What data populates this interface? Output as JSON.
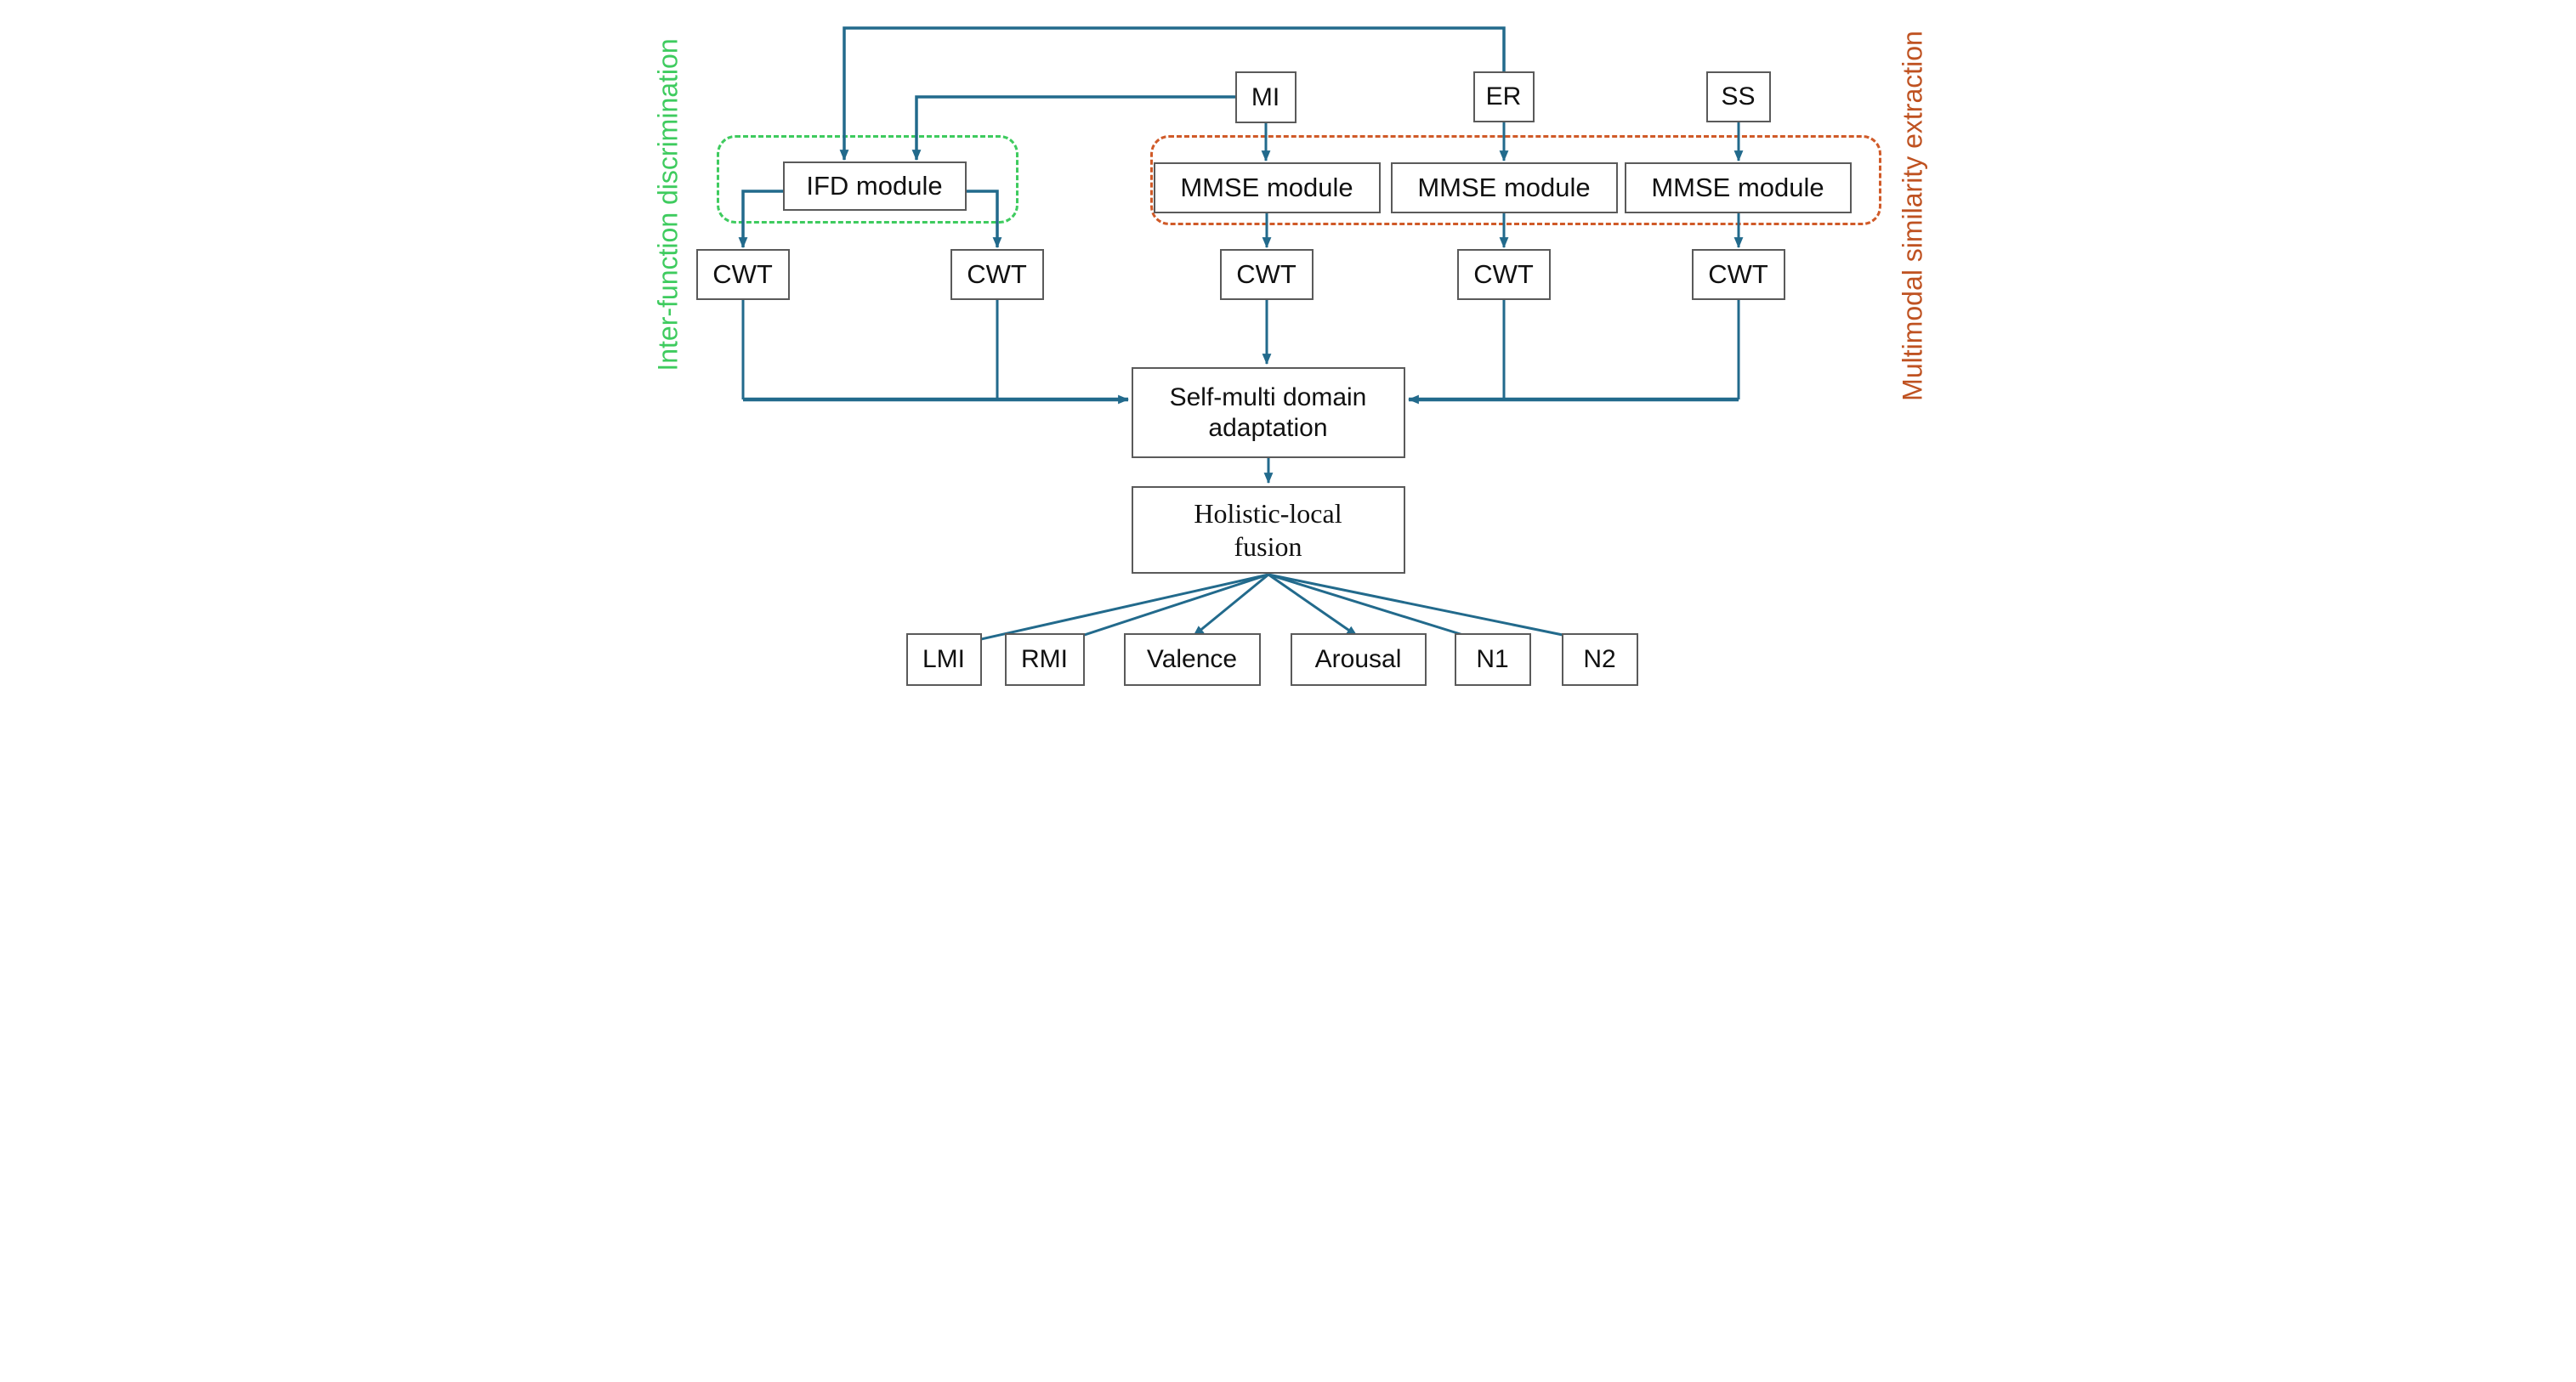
{
  "colors": {
    "connector": "#226a8c",
    "green_accent": "#3ecb5e",
    "orange_accent": "#d05a28",
    "orange_text": "#bf5221",
    "box_border": "#5a5a5a",
    "text": "#111111",
    "bg": "#ffffff"
  },
  "side_labels": {
    "left": "Inter-function discrimination",
    "right": "Multimodal similarity extraction"
  },
  "nodes": {
    "mi": "MI",
    "er": "ER",
    "ss": "SS",
    "ifd": "IFD module",
    "mmse_1": "MMSE module",
    "mmse_2": "MMSE module",
    "mmse_3": "MMSE module",
    "cwt_1": "CWT",
    "cwt_2": "CWT",
    "cwt_3": "CWT",
    "cwt_4": "CWT",
    "cwt_5": "CWT",
    "smda": "Self-multi domain adaptation",
    "hlf": "Holistic-local fusion",
    "outputs": [
      "LMI",
      "RMI",
      "Valence",
      "Arousal",
      "N1",
      "N2"
    ]
  }
}
